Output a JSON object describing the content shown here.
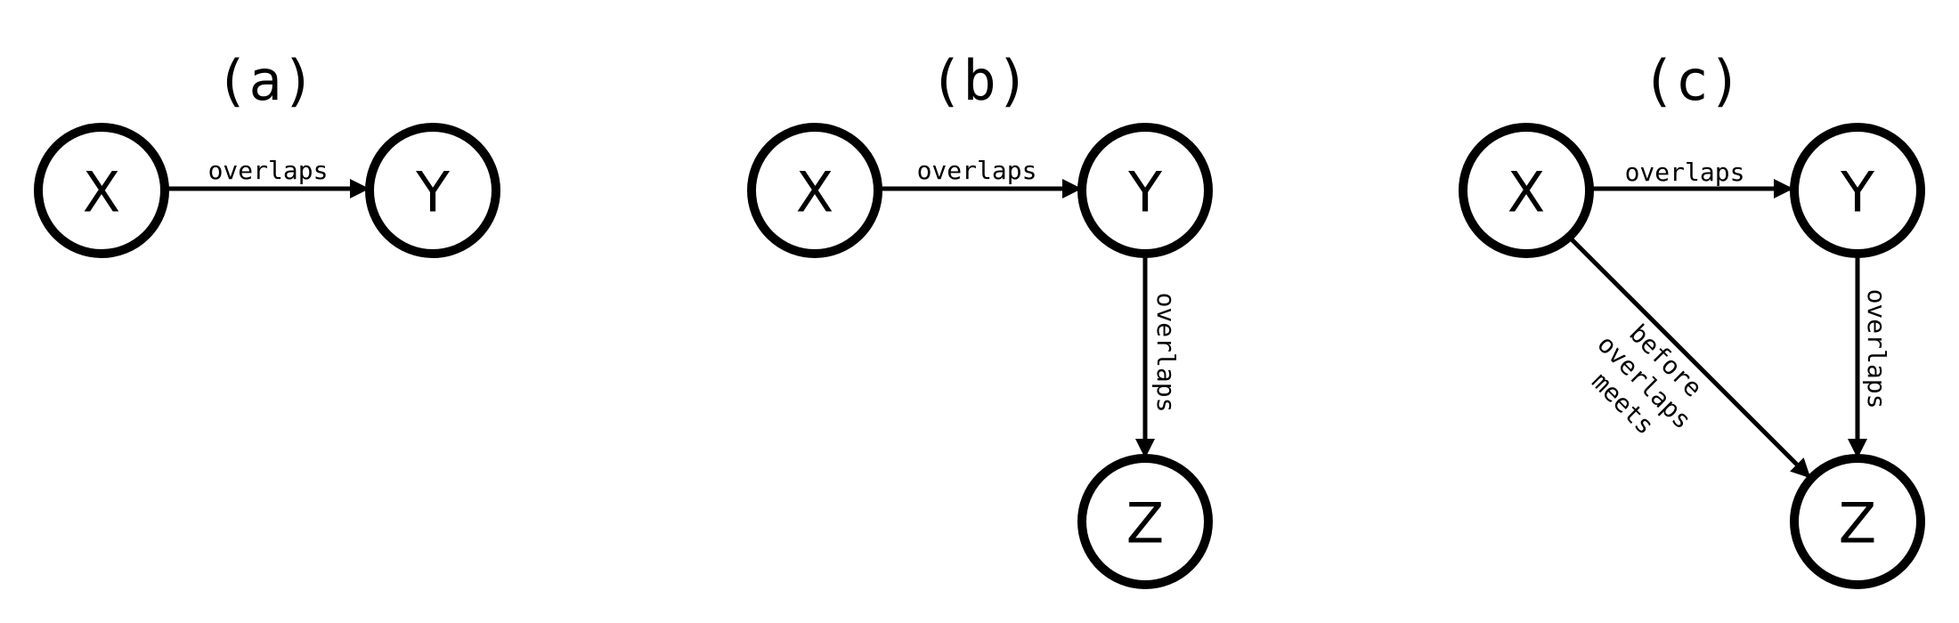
{
  "panels": [
    {
      "label": "(a)",
      "nodes": [
        {
          "id": "X",
          "label": "X"
        },
        {
          "id": "Y",
          "label": "Y"
        }
      ],
      "edges": [
        {
          "from": "X",
          "to": "Y",
          "labels": [
            "overlaps"
          ]
        }
      ]
    },
    {
      "label": "(b)",
      "nodes": [
        {
          "id": "X",
          "label": "X"
        },
        {
          "id": "Y",
          "label": "Y"
        },
        {
          "id": "Z",
          "label": "Z"
        }
      ],
      "edges": [
        {
          "from": "X",
          "to": "Y",
          "labels": [
            "overlaps"
          ]
        },
        {
          "from": "Y",
          "to": "Z",
          "labels": [
            "overlaps"
          ]
        }
      ]
    },
    {
      "label": "(c)",
      "nodes": [
        {
          "id": "X",
          "label": "X"
        },
        {
          "id": "Y",
          "label": "Y"
        },
        {
          "id": "Z",
          "label": "Z"
        }
      ],
      "edges": [
        {
          "from": "X",
          "to": "Y",
          "labels": [
            "overlaps"
          ]
        },
        {
          "from": "Y",
          "to": "Z",
          "labels": [
            "overlaps"
          ]
        },
        {
          "from": "X",
          "to": "Z",
          "labels": [
            "before",
            "overlaps",
            "meets"
          ]
        }
      ]
    }
  ],
  "colors": {
    "stroke": "#000000",
    "background": "#ffffff"
  }
}
